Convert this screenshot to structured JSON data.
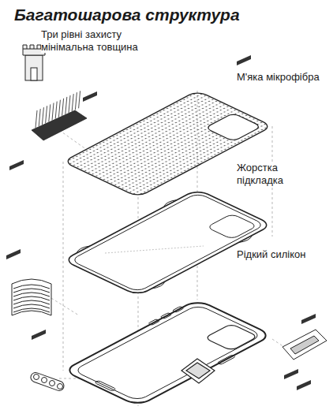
{
  "diagram": {
    "title": "Багатошарова структура",
    "labels": [
      "Три рівні захисту мінімальна товщина",
      "М'яка мікрофібра",
      "Жорстка підкладка",
      "Рідкий силікон"
    ]
  }
}
